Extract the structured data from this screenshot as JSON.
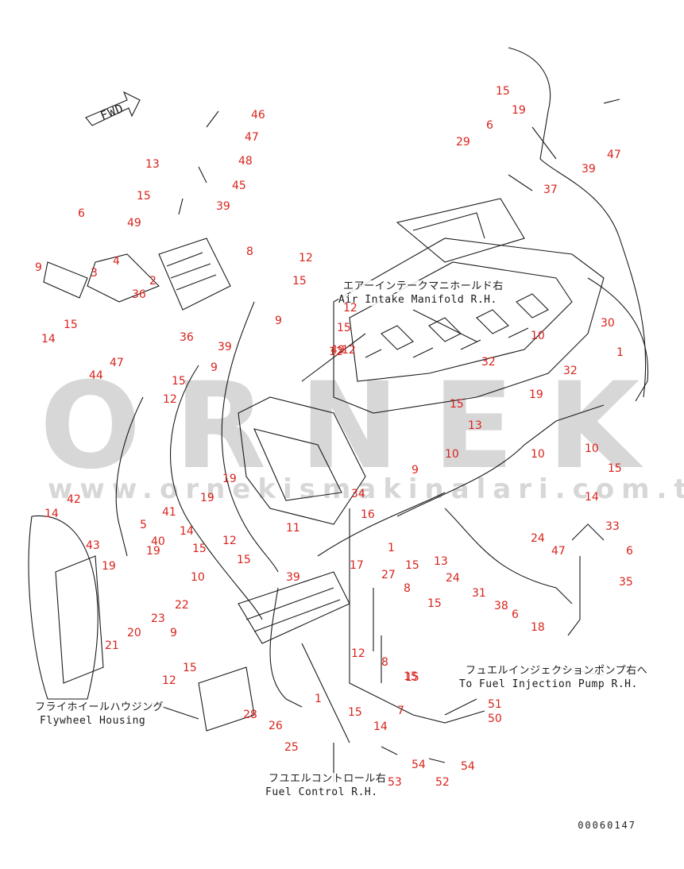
{
  "watermark": {
    "brand": "ORNEK",
    "url": "www.ornekismakinalari.com.tr"
  },
  "fwd_label": "FWD",
  "doc_id": "00060147",
  "labels": {
    "air_intake_jp": "エアーインテークマニホールド右",
    "air_intake_en": "Air Intake Manifold R.H.",
    "injection_pump_jp": "フュエルインジェクションポンプ右へ",
    "injection_pump_en": "To Fuel Injection Pump R.H.",
    "flywheel_jp": "フライホイールハウジング",
    "flywheel_en": "Flywheel Housing",
    "fuel_control_jp": "フユエルコントロール右",
    "fuel_control_en": "Fuel Control R.H."
  },
  "callouts": [
    "46",
    "47",
    "48",
    "45",
    "13",
    "15",
    "39",
    "49",
    "6",
    "4",
    "2",
    "3",
    "9",
    "36",
    "14",
    "15",
    "44",
    "47",
    "12",
    "15",
    "36",
    "39",
    "9",
    "12",
    "15",
    "9",
    "8",
    "12",
    "15",
    "12",
    "49",
    "12",
    "15",
    "19",
    "6",
    "29",
    "39",
    "47",
    "37",
    "30",
    "1",
    "10",
    "32",
    "32",
    "19",
    "10",
    "15",
    "13",
    "10",
    "10",
    "15",
    "14",
    "33",
    "6",
    "35",
    "34",
    "16",
    "9",
    "1",
    "15",
    "13",
    "24",
    "31",
    "24",
    "47",
    "38",
    "6",
    "18",
    "17",
    "27",
    "8",
    "15",
    "12",
    "8",
    "15",
    "14",
    "42",
    "43",
    "5",
    "41",
    "40",
    "19",
    "19",
    "12",
    "19",
    "14",
    "15",
    "10",
    "15",
    "22",
    "23",
    "21",
    "20",
    "19",
    "9",
    "11",
    "39",
    "12",
    "15",
    "28",
    "26",
    "1",
    "25",
    "15",
    "7",
    "14",
    "15",
    "51",
    "50",
    "53",
    "54",
    "52",
    "54"
  ]
}
